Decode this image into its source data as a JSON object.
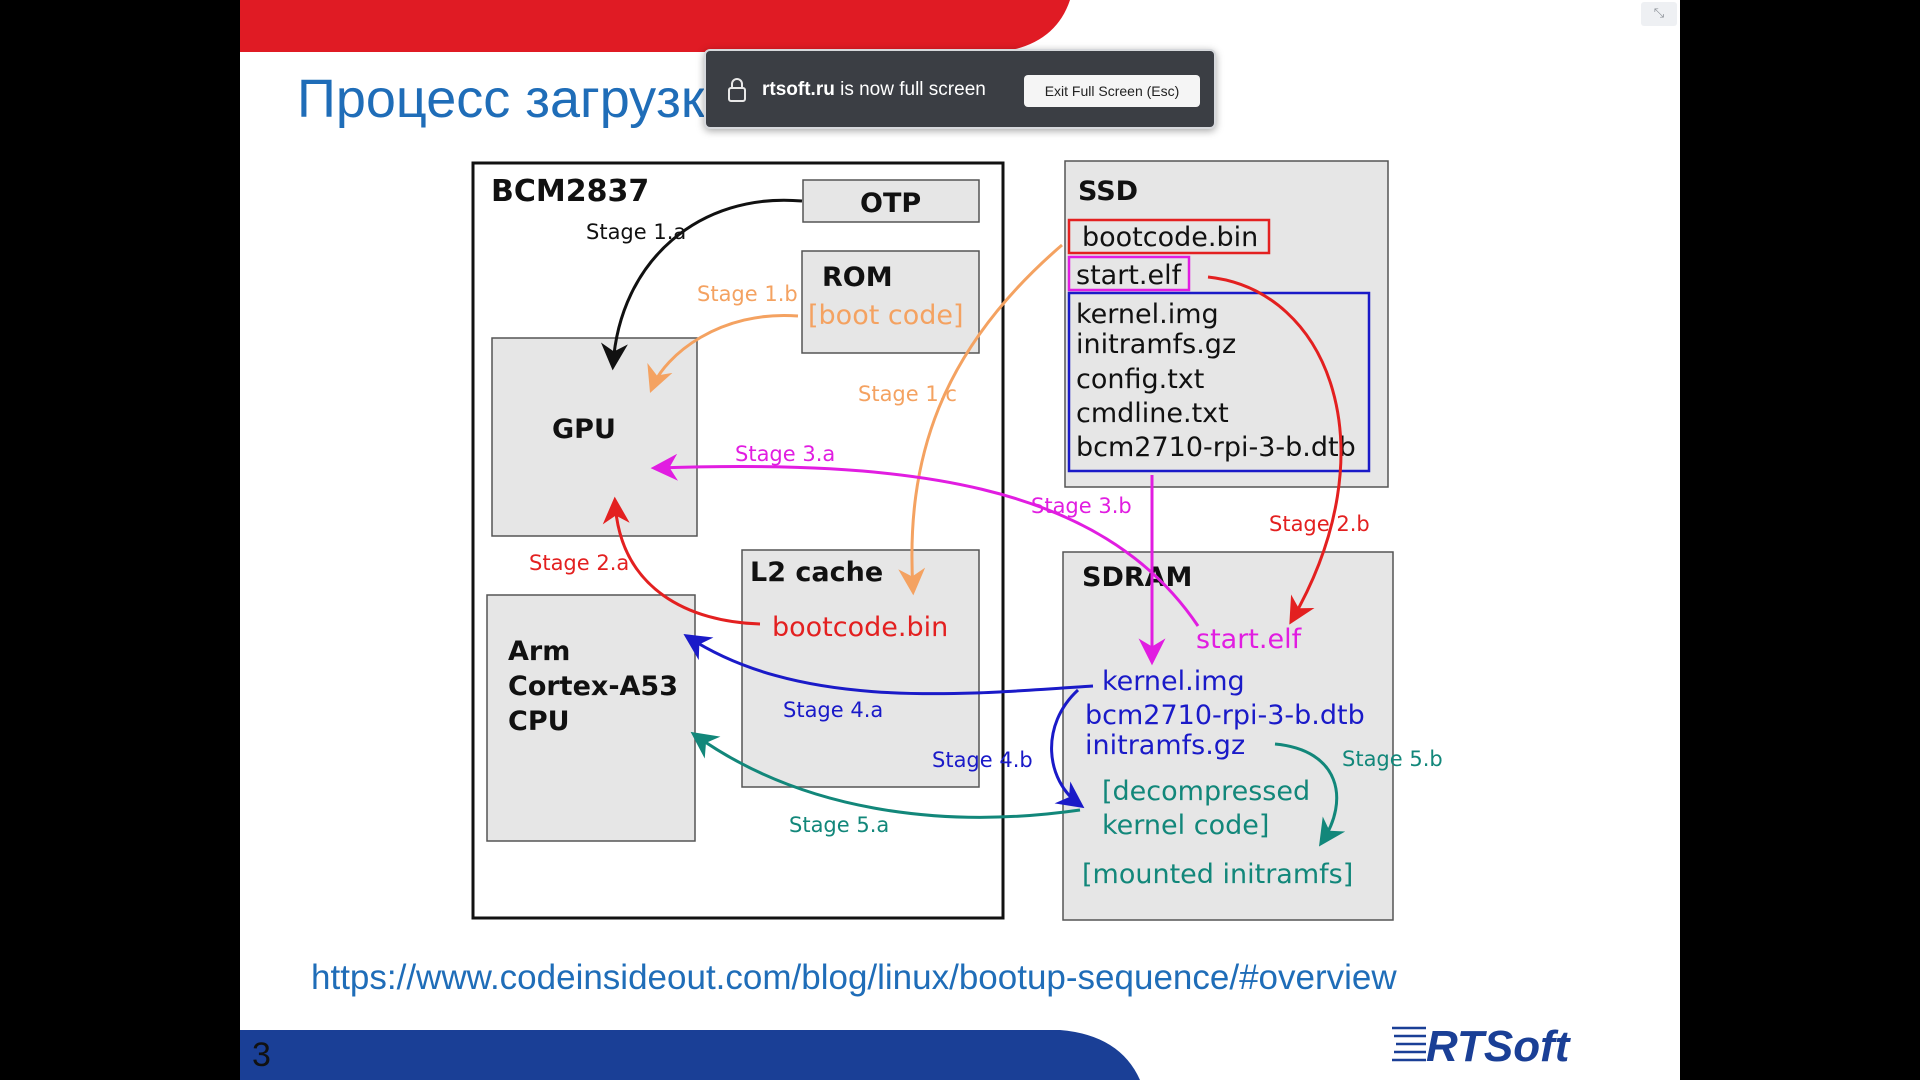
{
  "slide": {
    "title": "Процесс загрузки ARM",
    "source_link": "https://www.codeinsideout.com/blog/linux/bootup-sequence/#overview",
    "page_number": "3",
    "logo_text": "RTSoft"
  },
  "fullscreen_notice": {
    "domain": "rtsoft.ru",
    "message": " is now full screen",
    "exit_button": "Exit Full Screen (Esc)"
  },
  "corner_button": {
    "icon": "collapse-icon",
    "glyph": "⤡"
  },
  "colors": {
    "slide_red": "#e01b24",
    "slide_blue": "#1a3f96",
    "title_blue": "#1f6db8",
    "stage_black": "#111111",
    "stage_orange": "#f4a261",
    "stage_red": "#e32020",
    "stage_magenta": "#e11de1",
    "stage_blue": "#1a1ac8",
    "stage_teal": "#12877a",
    "box_gray": "#e6e6e6"
  },
  "diagram": {
    "chip_title": "BCM2837",
    "otp": "OTP",
    "rom_title": "ROM",
    "rom_boot": "[boot code]",
    "gpu": "GPU",
    "l2_title": "L2 cache",
    "l2_bootcode": "bootcode.bin",
    "cpu_lines": [
      "Arm",
      "Cortex-A53",
      "CPU"
    ],
    "ssd_title": "SSD",
    "ssd_bootcode": "bootcode.bin",
    "ssd_startelf": "start.elf",
    "ssd_files": [
      "kernel.img",
      "initramfs.gz",
      "config.txt",
      "cmdline.txt",
      "bcm2710-rpi-3-b.dtb"
    ],
    "sdram_title": "SDRAM",
    "sdram_startelf": "start.elf",
    "sdram_blue": [
      "kernel.img",
      "bcm2710-rpi-3-b.dtb",
      "initramfs.gz"
    ],
    "sdram_decompressed": [
      "[decompressed",
      "kernel code]"
    ],
    "sdram_mounted": "[mounted initramfs]",
    "stages": {
      "s1a": "Stage 1.a",
      "s1b": "Stage 1.b",
      "s1c": "Stage 1.c",
      "s2a": "Stage 2.a",
      "s2b": "Stage 2.b",
      "s3a": "Stage 3.a",
      "s3b": "Stage 3.b",
      "s4a": "Stage 4.a",
      "s4b": "Stage 4.b",
      "s5a": "Stage 5.a",
      "s5b": "Stage 5.b"
    }
  }
}
